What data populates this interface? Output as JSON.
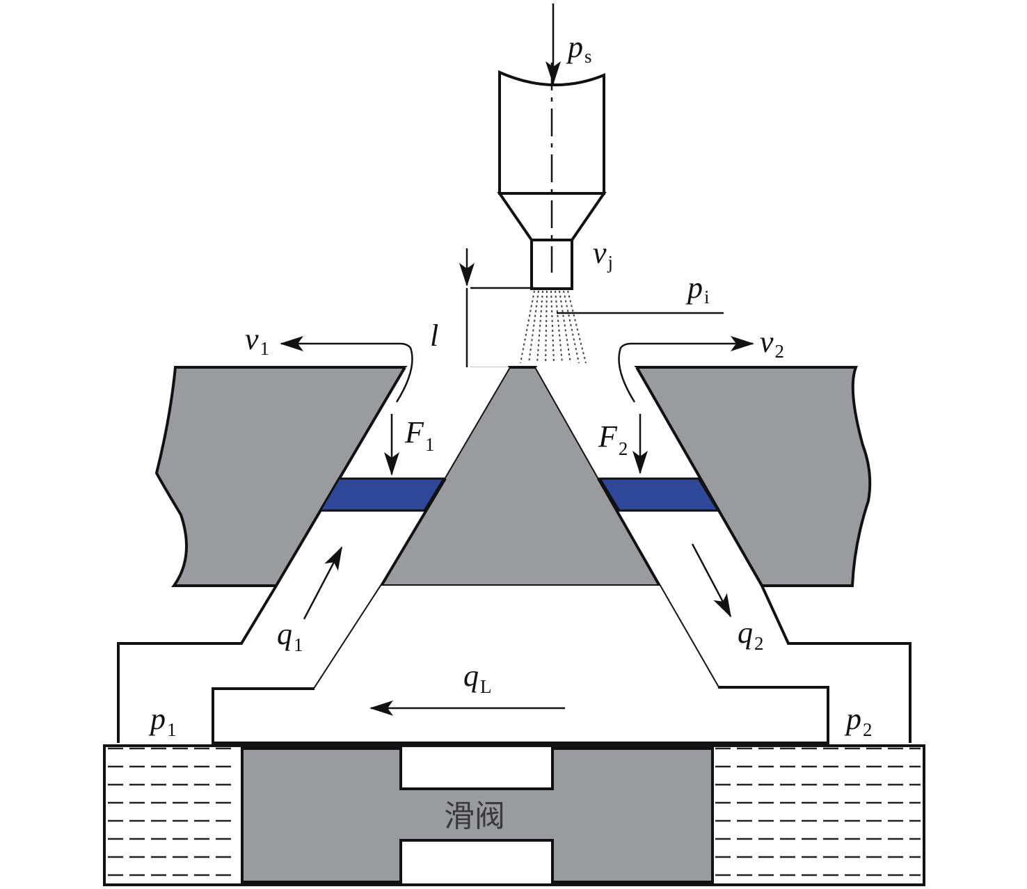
{
  "labels": {
    "ps": {
      "main": "p",
      "sub": "s"
    },
    "vj": {
      "main": "v",
      "sub": "j"
    },
    "pi": {
      "main": "p",
      "sub": "i"
    },
    "l": {
      "main": "l"
    },
    "v1": {
      "main": "v",
      "sub": "1"
    },
    "v2": {
      "main": "v",
      "sub": "2"
    },
    "F1": {
      "main": "F",
      "sub": "1"
    },
    "F2": {
      "main": "F",
      "sub": "2"
    },
    "q1": {
      "main": "q",
      "sub": "1"
    },
    "q2": {
      "main": "q",
      "sub": "2"
    },
    "qL": {
      "main": "q",
      "sub": "L"
    },
    "p1": {
      "main": "p",
      "sub": "1"
    },
    "p2": {
      "main": "p",
      "sub": "2"
    },
    "spool": "滑阀"
  },
  "colors": {
    "body": "#9a9b9e",
    "fluid_band": "#2e4799",
    "outline": "#111111"
  }
}
